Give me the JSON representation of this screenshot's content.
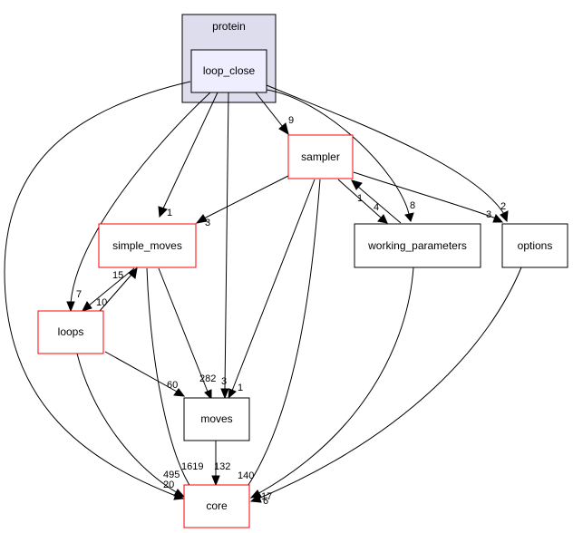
{
  "cluster": {
    "label": "protein"
  },
  "nodes": {
    "loop_close": "loop_close",
    "sampler": "sampler",
    "simple_moves": "simple_moves",
    "working_parameters": "working_parameters",
    "options": "options",
    "loops": "loops",
    "moves": "moves",
    "core": "core"
  },
  "edge_labels": {
    "lc_sampler": "9",
    "lc_simple_moves": "1",
    "lc_options": "2",
    "lc_working_parameters": "8",
    "lc_loops": "7",
    "lc_moves": "3",
    "lc_core": "20",
    "sampler_simple_moves": "3",
    "sampler_working_parameters": "4",
    "working_parameters_sampler": "1",
    "sampler_options": "3",
    "sampler_moves": "1",
    "sampler_core": "140",
    "simple_moves_loops": "10",
    "loops_simple_moves": "15",
    "simple_moves_moves": "282",
    "simple_moves_core": "1619",
    "loops_moves": "60",
    "loops_core": "495",
    "moves_core": "132",
    "working_parameters_core": "17",
    "options_core": "6"
  },
  "colors": {
    "cluster_fill": "#ddddee",
    "focus_node_fill": "#eeeeff",
    "truncated_border": "#ff0000",
    "complete_border": "#000000"
  }
}
